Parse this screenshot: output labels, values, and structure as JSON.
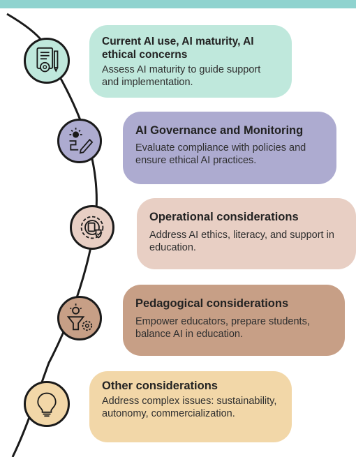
{
  "colors": {
    "band": "#8fd3cf",
    "line": "#1a1a1a",
    "step1": "#bfe8dc",
    "step2": "#adabd0",
    "step3": "#e8cfc4",
    "step4": "#c79f86",
    "step5": "#f2d7a8"
  },
  "steps": [
    {
      "icon": "document-gear-icon",
      "title": "Current AI use, AI maturity, AI ethical concerns",
      "description": "Assess AI maturity to guide support and implementation."
    },
    {
      "icon": "lightbulb-pencil-icon",
      "title": "AI Governance and Monitoring",
      "description": "Evaluate compliance with policies and ensure ethical AI practices."
    },
    {
      "icon": "gear-shield-icon",
      "title": "Operational considerations",
      "description": "Address AI ethics, literacy, and support in education."
    },
    {
      "icon": "lightbulb-funnel-gear-icon",
      "title": "Pedagogical considerations",
      "description": "Empower educators, prepare students, balance AI in education."
    },
    {
      "icon": "lightbulb-icon",
      "title": "Other considerations",
      "description": "Address complex issues: sustainability, autonomy, commercialization."
    }
  ]
}
